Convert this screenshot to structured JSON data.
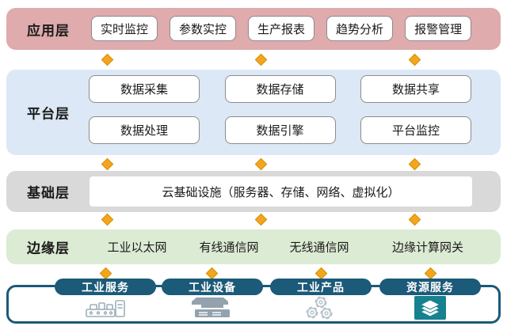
{
  "diagram_title": "industrial-iot-layered-architecture",
  "colors": {
    "app_band": "#dfabad",
    "platform_band": "#dce8f5",
    "infra_band": "#d9d9d9",
    "edge_band": "#dcebd3",
    "connector_diamond": "#f2a61d",
    "pill_teal": "#1b5a78",
    "resource_icon_teal": "#17818f"
  },
  "layers": [
    {
      "id": "application",
      "label": "应用层",
      "items": [
        "实时监控",
        "参数实控",
        "生产报表",
        "趋势分析",
        "报警管理"
      ]
    },
    {
      "id": "platform",
      "label": "平台层",
      "rows": [
        [
          "数据采集",
          "数据存储",
          "数据共享"
        ],
        [
          "数据处理",
          "数据引擎",
          "平台监控"
        ]
      ]
    },
    {
      "id": "infrastructure",
      "label": "基础层",
      "box": "云基础设施（服务器、存储、网络、虚拟化）"
    },
    {
      "id": "edge",
      "label": "边缘层",
      "items": [
        "工业以太网",
        "有线通信网",
        "无线通信网",
        "边缘计算网关"
      ]
    }
  ],
  "bottom": {
    "groups": [
      {
        "label": "工业服务",
        "icon": "production-line-icon"
      },
      {
        "label": "工业设备",
        "icon": "machine-tool-icon"
      },
      {
        "label": "工业产品",
        "icon": "gears-icon"
      },
      {
        "label": "资源服务",
        "icon": "stacked-layers-icon"
      }
    ]
  }
}
